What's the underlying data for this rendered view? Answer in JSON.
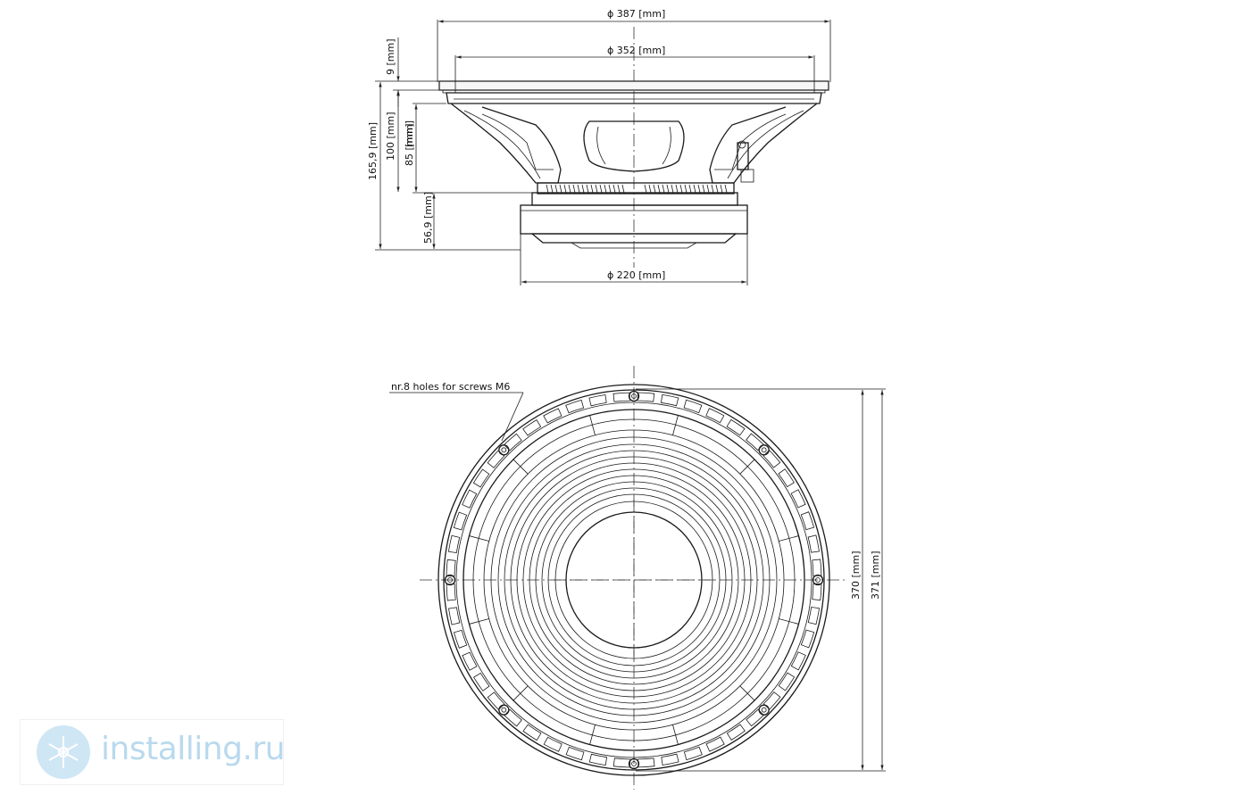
{
  "side_view": {
    "dim_outer_diameter": "ϕ  387  [mm]",
    "dim_frame_diameter": "ϕ  352  [mm]",
    "dim_magnet_diameter": "ϕ  220  [mm]",
    "dim_flange_thickness": "9  [mm]",
    "dim_total_depth": "165,9  [mm]",
    "dim_depth_100": "100  [mm]",
    "dim_depth_85": "85  [mm]",
    "dim_magnet_depth": "56,9  [mm]"
  },
  "front_view": {
    "holes_note": "nr.8  holes  for  screws  M6",
    "dim_370": "370  [mm]",
    "dim_371": "371  [mm]"
  },
  "watermark": {
    "text": "installing.ru",
    "logo_icon": "snowflake-icon",
    "color": "#b9d9ee"
  }
}
